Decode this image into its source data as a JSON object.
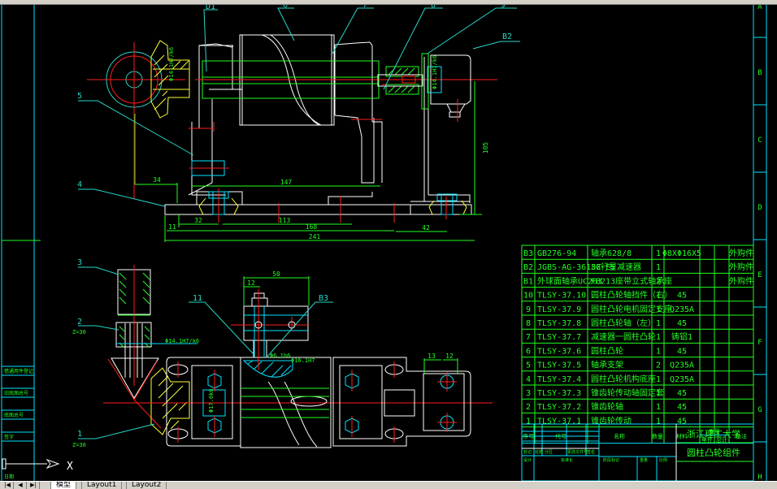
{
  "app": {
    "tabs": [
      {
        "label": "模型",
        "active": true
      },
      {
        "label": "Layout1",
        "active": false
      },
      {
        "label": "Layout2",
        "active": false
      }
    ],
    "nav_buttons": [
      "|◀",
      "◀",
      "▶|"
    ]
  },
  "colors": {
    "background": "#000000",
    "outline": "#ffffff",
    "dimension": "#21ff21",
    "leader": "#28d7c8",
    "center_line": "#ff1e1e",
    "section": "#ffff33",
    "frame": "#00e5ff"
  },
  "zone_labels": [
    "A",
    "B",
    "C",
    "D",
    "E",
    "F",
    "G",
    "H"
  ],
  "part_callouts": {
    "top_view": [
      "D1",
      "6",
      "7",
      "8",
      "9",
      "B2",
      "5",
      "4"
    ],
    "bottom_view": [
      "3",
      "2",
      "1",
      "11",
      "B3"
    ],
    "gear_notes": [
      "Z=30",
      "Z=30"
    ]
  },
  "dimensions": {
    "top_view": [
      "147",
      "34",
      "32",
      "113",
      "168",
      "42",
      "241",
      "11",
      "105"
    ],
    "bottom_view": [
      "50",
      "12",
      "13",
      "12"
    ],
    "fits": [
      "Φ14.1H7/k6",
      "Φ14.1H7/k6",
      "Φ6.1h6",
      "Φ16.1H7",
      "Φ17.0k6",
      "Φ14.1H7/k6"
    ]
  },
  "parts_table": {
    "rows": [
      {
        "no": "B3",
        "code": "GB276-94",
        "name": "轴承628/8",
        "qty": "1",
        "material": "Φ8XΦ16X5",
        "note": "外购件"
      },
      {
        "no": "B2",
        "code": "JGBS-AG-3618Z-E5",
        "name": "36行星减速器",
        "qty": "1",
        "material": "",
        "note": "外购件"
      },
      {
        "no": "B1",
        "code": "外球面轴承UC203",
        "name": "FB213座带立式轴承座",
        "qty": "2",
        "material": "",
        "note": "外购件"
      },
      {
        "no": "10",
        "code": "TLSY-37.10",
        "name": "圆柱凸轮轴挡件（右）",
        "qty": "1",
        "material": "45",
        "note": ""
      },
      {
        "no": "9",
        "code": "TLSY-37.9",
        "name": "圆柱凸轮电机固定支座",
        "qty": "1",
        "material": "Q235A",
        "note": ""
      },
      {
        "no": "8",
        "code": "TLSY-37.8",
        "name": "圆柱凸轮轴（左）",
        "qty": "1",
        "material": "45",
        "note": ""
      },
      {
        "no": "7",
        "code": "TLSY-37.7",
        "name": "减速器一圆柱凸轮",
        "qty": "1",
        "material": "铸铝1",
        "note": ""
      },
      {
        "no": "6",
        "code": "TLSY-37.6",
        "name": "圆柱凸轮",
        "qty": "1",
        "material": "45",
        "note": ""
      },
      {
        "no": "5",
        "code": "TLSY-37.5",
        "name": "轴承支架",
        "qty": "2",
        "material": "Q235A",
        "note": ""
      },
      {
        "no": "4",
        "code": "TLSY-37.4",
        "name": "圆柱凸轮机构底座",
        "qty": "1",
        "material": "Q235A",
        "note": ""
      },
      {
        "no": "3",
        "code": "TLSY-37.3",
        "name": "锥齿轮传动轴固定套",
        "qty": "1",
        "material": "45",
        "note": ""
      },
      {
        "no": "2",
        "code": "TLSY-37.2",
        "name": "锥齿轮轴",
        "qty": "1",
        "material": "45",
        "note": ""
      },
      {
        "no": "1",
        "code": "TLSY-37.1",
        "name": "锥齿轮传动",
        "qty": "1",
        "material": "45",
        "note": ""
      }
    ],
    "header": {
      "no": "序号",
      "code": "代号",
      "name": "名称",
      "qty": "数量",
      "material": "材料",
      "unit_weight": "单件",
      "total_weight": "总计",
      "weight": "重量",
      "note": "备注"
    }
  },
  "title_block": {
    "school": "浙江理工大学",
    "drawing_title": "圆柱凸轮组件",
    "labels": [
      "标记",
      "处数",
      "分区",
      "更改文件号",
      "签名",
      "年月日",
      "设计",
      "标准化",
      "阶段标记",
      "重量",
      "比例"
    ]
  },
  "left_strip": {
    "labels": [
      "借通用件登记",
      "旧底图总号",
      "底图总号",
      "签字",
      "日期"
    ]
  },
  "ucs": {
    "axis_label": "X"
  }
}
